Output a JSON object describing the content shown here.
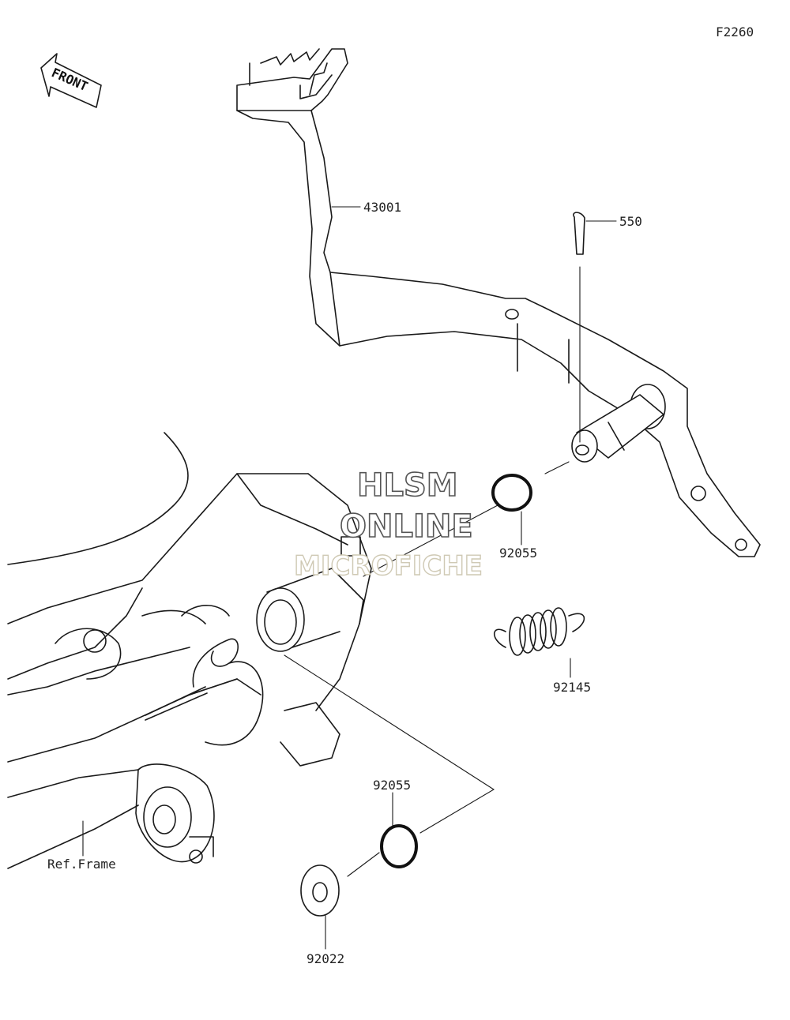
{
  "figure_code": "F2260",
  "front_label": "FRONT",
  "watermark": {
    "line1": "HLSM",
    "line2": "ONLINE",
    "line3": "MICROFICHE"
  },
  "parts": [
    {
      "number": "43001",
      "name": "brake-pedal"
    },
    {
      "number": "550",
      "name": "cotter-pin"
    },
    {
      "number": "92055",
      "name": "o-ring-upper"
    },
    {
      "number": "92145",
      "name": "return-spring"
    },
    {
      "number": "92055",
      "name": "o-ring-lower"
    },
    {
      "number": "92022",
      "name": "washer"
    }
  ],
  "ref_frame_label": "Ref.Frame"
}
